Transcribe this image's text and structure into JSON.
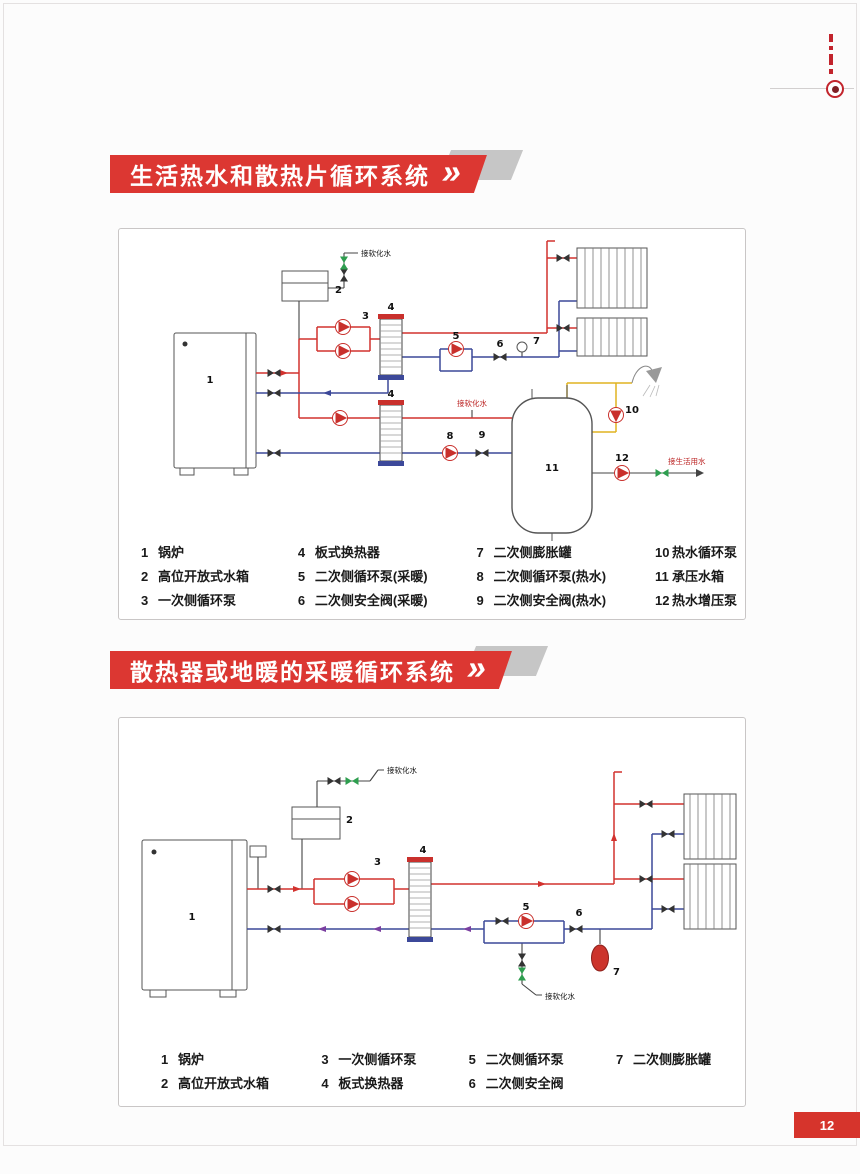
{
  "page": {
    "number": "12"
  },
  "colors": {
    "accent_red": "#dc3732",
    "banner_shadow": "#c6c6c6",
    "supply_red": "#d2322e",
    "return_blue": "#3c4899",
    "hot_water_yellow": "#e0b420"
  },
  "banner1": {
    "title": "生活热水和散热片循环系统",
    "chevron": "»"
  },
  "banner2": {
    "title": "散热器或地暖的采暖循环系统",
    "chevron": "»"
  },
  "diagram1": {
    "n1": "1",
    "n2": "2",
    "n3": "3",
    "n4a": "4",
    "n4b": "4",
    "n5": "5",
    "n6": "6",
    "n7": "7",
    "n8": "8",
    "n9": "9",
    "n10": "10",
    "n11": "11",
    "n12": "12",
    "ann_top": "接软化水",
    "ann_mid": "接软化水",
    "ann_right": "接生活用水"
  },
  "legend1": [
    {
      "num": "1",
      "label": "锅炉"
    },
    {
      "num": "2",
      "label": "高位开放式水箱"
    },
    {
      "num": "3",
      "label": "一次侧循环泵"
    },
    {
      "num": "4",
      "label": "板式换热器"
    },
    {
      "num": "5",
      "label": "二次侧循环泵(采暖)"
    },
    {
      "num": "6",
      "label": "二次侧安全阀(采暖)"
    },
    {
      "num": "7",
      "label": "二次侧膨胀罐"
    },
    {
      "num": "8",
      "label": "二次侧循环泵(热水)"
    },
    {
      "num": "9",
      "label": "二次侧安全阀(热水)"
    },
    {
      "num": "10",
      "label": "热水循环泵"
    },
    {
      "num": "11",
      "label": "承压水箱"
    },
    {
      "num": "12",
      "label": "热水增压泵"
    }
  ],
  "diagram2": {
    "n1": "1",
    "n2": "2",
    "n3": "3",
    "n4": "4",
    "n5": "5",
    "n6": "6",
    "n7": "7",
    "ann_top": "接软化水",
    "ann_bottom": "接软化水"
  },
  "legend2": [
    {
      "num": "1",
      "label": "锅炉"
    },
    {
      "num": "2",
      "label": "高位开放式水箱"
    },
    {
      "num": "3",
      "label": "一次侧循环泵"
    },
    {
      "num": "4",
      "label": "板式换热器"
    },
    {
      "num": "5",
      "label": "二次侧循环泵"
    },
    {
      "num": "6",
      "label": "二次侧安全阀"
    },
    {
      "num": "7",
      "label": "二次侧膨胀罐"
    }
  ]
}
